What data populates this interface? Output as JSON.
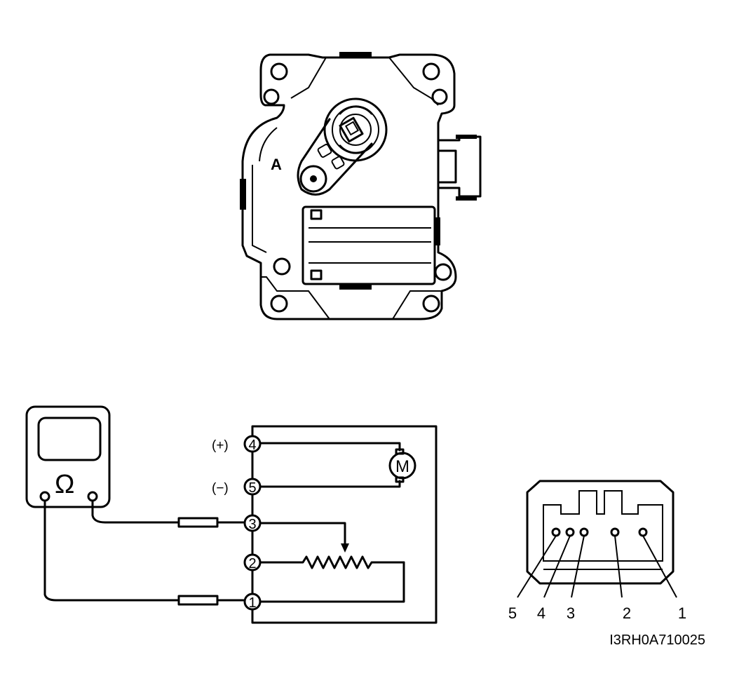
{
  "actuator": {
    "label": "A"
  },
  "meter": {
    "symbol": "Ω"
  },
  "motor": {
    "symbol": "M"
  },
  "terminals": [
    {
      "num": "4",
      "pol": "(+)"
    },
    {
      "num": "5",
      "pol": "(−)"
    },
    {
      "num": "3",
      "pol": ""
    },
    {
      "num": "2",
      "pol": ""
    },
    {
      "num": "1",
      "pol": ""
    }
  ],
  "connector": {
    "pins": [
      "5",
      "4",
      "3",
      "2",
      "1"
    ]
  },
  "figure_code": "I3RH0A710025"
}
